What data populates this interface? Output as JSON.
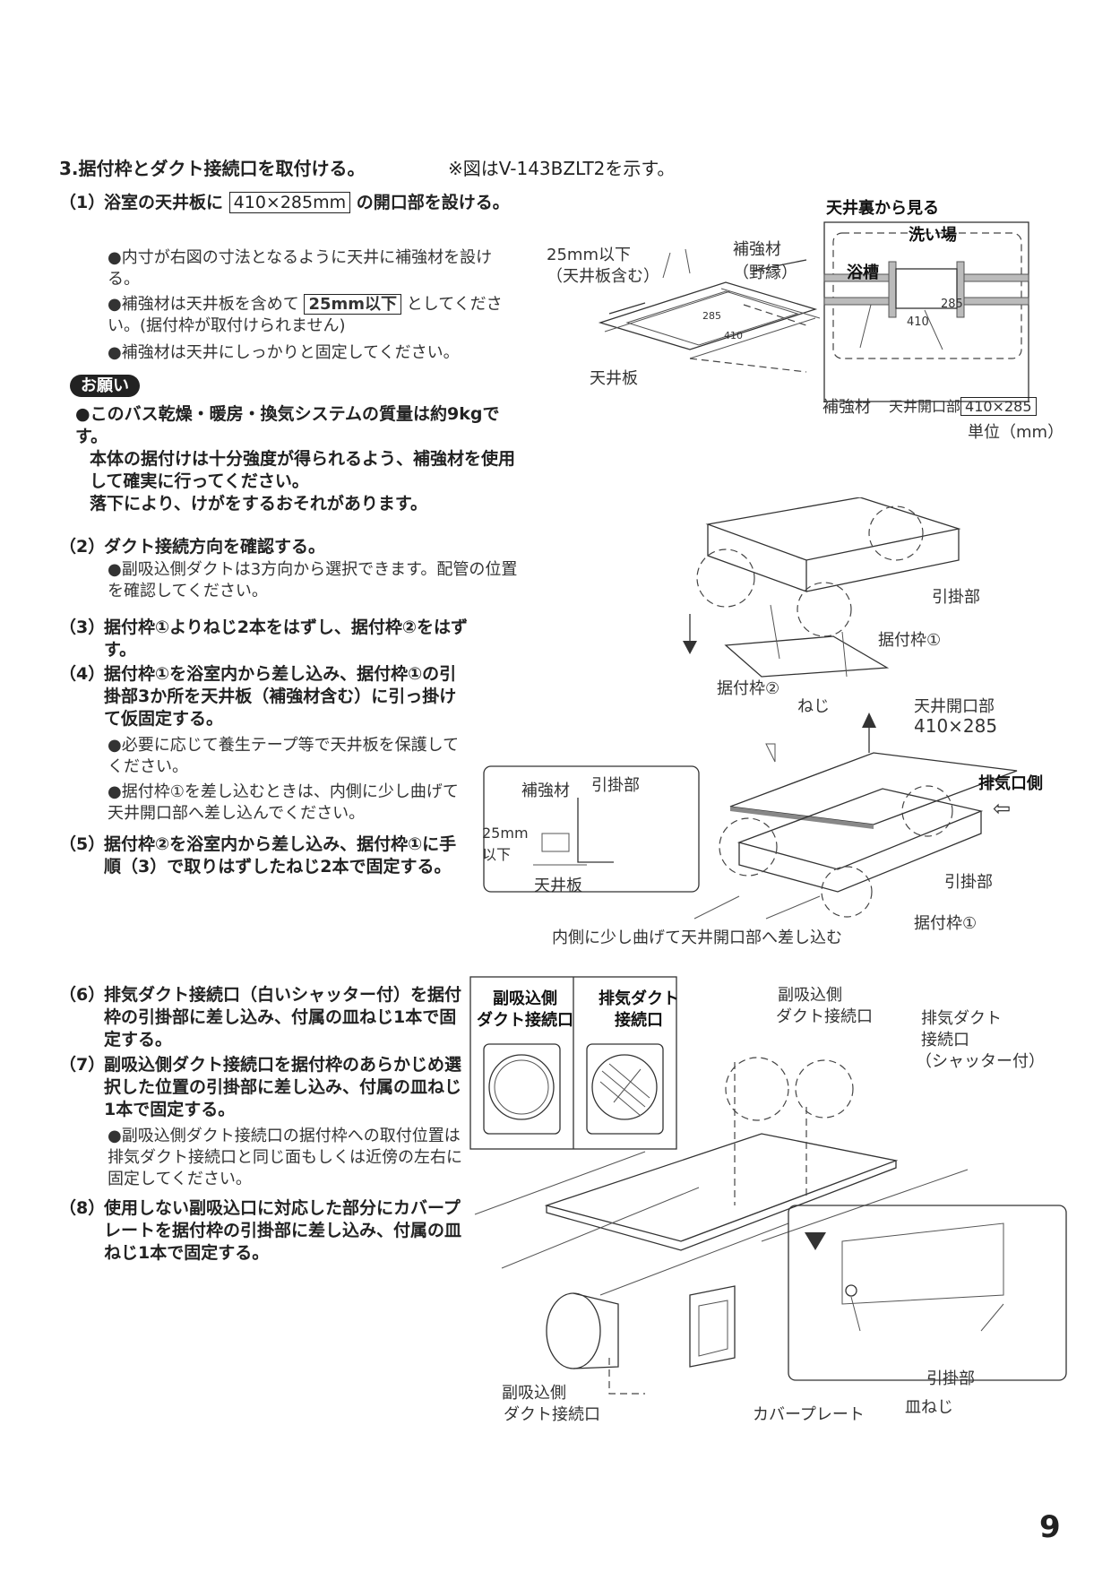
{
  "section": {
    "title": "3.据付枠とダクト接続口を取付ける。",
    "figure_note": "※図はV-143BZLT2を示す。"
  },
  "steps": {
    "s1": {
      "num": "（1）",
      "pre": "浴室の天井板に",
      "box": "410×285mm",
      "post": "の開口部を設ける。"
    },
    "s1_b1": "●内寸が右図の寸法となるように天井に補強材を設ける。",
    "s1_b2_pre": "●補強材は天井板を含めて",
    "s1_b2_box": "25mm以下",
    "s1_b2_post": "としてください。(据付枠が取付けられません)",
    "s1_b3": "●補強材は天井にしっかりと固定してください。",
    "onegai": "お願い",
    "warn1": "●このバス乾燥・暖房・換気システムの質量は約9kgです。",
    "warn2": "本体の据付けは十分強度が得られるよう、補強材を使用して確実に行ってください。",
    "warn3": "落下により、けがをするおそれがあります。",
    "s2": {
      "num": "（2）",
      "text": "ダクト接続方向を確認する。"
    },
    "s2_b1": "●副吸込側ダクトは3方向から選択できます。配管の位置を確認してください。",
    "s3": {
      "num": "（3）",
      "text": "据付枠①よりねじ2本をはずし、据付枠②をはずす。"
    },
    "s4": {
      "num": "（4）",
      "text": "据付枠①を浴室内から差し込み、据付枠①の引掛部3か所を天井板（補強材含む）に引っ掛けて仮固定する。"
    },
    "s4_b1": "●必要に応じて養生テープ等で天井板を保護してください。",
    "s4_b2": "●据付枠①を差し込むときは、内側に少し曲げて天井開口部へ差し込んでください。",
    "s5": {
      "num": "（5）",
      "text": "据付枠②を浴室内から差し込み、据付枠①に手順（3）で取りはずしたねじ2本で固定する。"
    },
    "s6": {
      "num": "（6）",
      "text": "排気ダクト接続口（白いシャッター付）を据付枠の引掛部に差し込み、付属の皿ねじ1本で固定する。"
    },
    "s7": {
      "num": "（7）",
      "text": "副吸込側ダクト接続口を据付枠のあらかじめ選択した位置の引掛部に差し込み、付属の皿ねじ1本で固定する。"
    },
    "s7_b1": "●副吸込側ダクト接続口の据付枠への取付位置は排気ダクト接続口と同じ面もしくは近傍の左右に固定してください。",
    "s8": {
      "num": "（8）",
      "text": "使用しない副吸込口に対応した部分にカバープレートを据付枠の引掛部に差し込み、付属の皿ねじ1本で固定する。"
    }
  },
  "fig1": {
    "title": "天井裏から見る",
    "araiba": "洗い場",
    "yokuso": "浴槽",
    "dim_410": "410",
    "dim_285": "285",
    "hokyo": "補強材",
    "opening_pre": "天井開口部",
    "opening_box": "410×285",
    "unit": "単位（mm）",
    "left_25": "25mm以下",
    "left_25b": "（天井板含む）",
    "left_hokyo": "補強材",
    "left_noen": "（野縁）",
    "left_tenjo": "天井板",
    "left_285": "285",
    "left_410": "410"
  },
  "fig2": {
    "hikake": "引掛部",
    "waku1": "据付枠①",
    "waku2": "据付枠②",
    "neji": "ねじ"
  },
  "fig3": {
    "opening": "天井開口部",
    "opening_dim": "410×285",
    "haiki": "排気口側",
    "inset_hokyo": "補強材",
    "inset_hikake": "引掛部",
    "inset_25": "25mm",
    "inset_ika": "以下",
    "inset_tenjo": "天井板",
    "hikake": "引掛部",
    "waku1": "据付枠①",
    "bottom": "内側に少し曲げて天井開口部へ差し込む"
  },
  "fig4": {
    "panel1a": "副吸込側",
    "panel1b": "ダクト接続口",
    "panel2a": "排気ダクト",
    "panel2b": "接続口",
    "fuku_a": "副吸込側",
    "fuku_b": "ダクト接続口",
    "haiki_a": "排気ダクト",
    "haiki_b": "接続口",
    "haiki_c": "（シャッター付）",
    "bottom_fuku_a": "副吸込側",
    "bottom_fuku_b": "ダクト接続口",
    "cover": "カバープレート",
    "hikake": "引掛部",
    "saraneji": "皿ねじ"
  },
  "page_number": "9"
}
